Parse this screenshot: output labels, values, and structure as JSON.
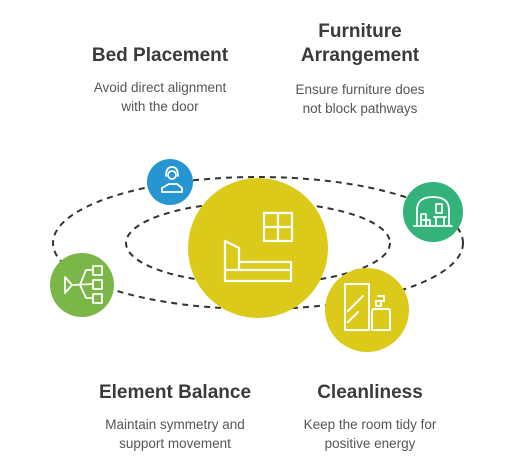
{
  "nodes": {
    "bed_placement": {
      "title": "Bed Placement",
      "desc_line1": "Avoid direct alignment",
      "desc_line2": "with the door",
      "color": "#2596d1",
      "icon": "front-desk-person-icon"
    },
    "furniture_arrangement": {
      "title_line1": "Furniture",
      "title_line2": "Arrangement",
      "desc_line1": "Ensure furniture does",
      "desc_line2": "not block pathways",
      "color": "#33b27a",
      "icon": "room-furniture-icon"
    },
    "element_balance": {
      "title": "Element Balance",
      "desc_line1": "Maintain symmetry and",
      "desc_line2": "support movement",
      "color": "#7ab648",
      "icon": "flow-branch-icon"
    },
    "cleanliness": {
      "title": "Cleanliness",
      "desc_line1": "Keep the room tidy for",
      "desc_line2": "positive energy",
      "color": "#dcca1b",
      "icon": "cleaning-spray-icon"
    }
  },
  "center": {
    "color": "#dcca1b",
    "icon": "bed-window-icon"
  },
  "orbits": {
    "style": "dashed",
    "color": "#333333"
  }
}
